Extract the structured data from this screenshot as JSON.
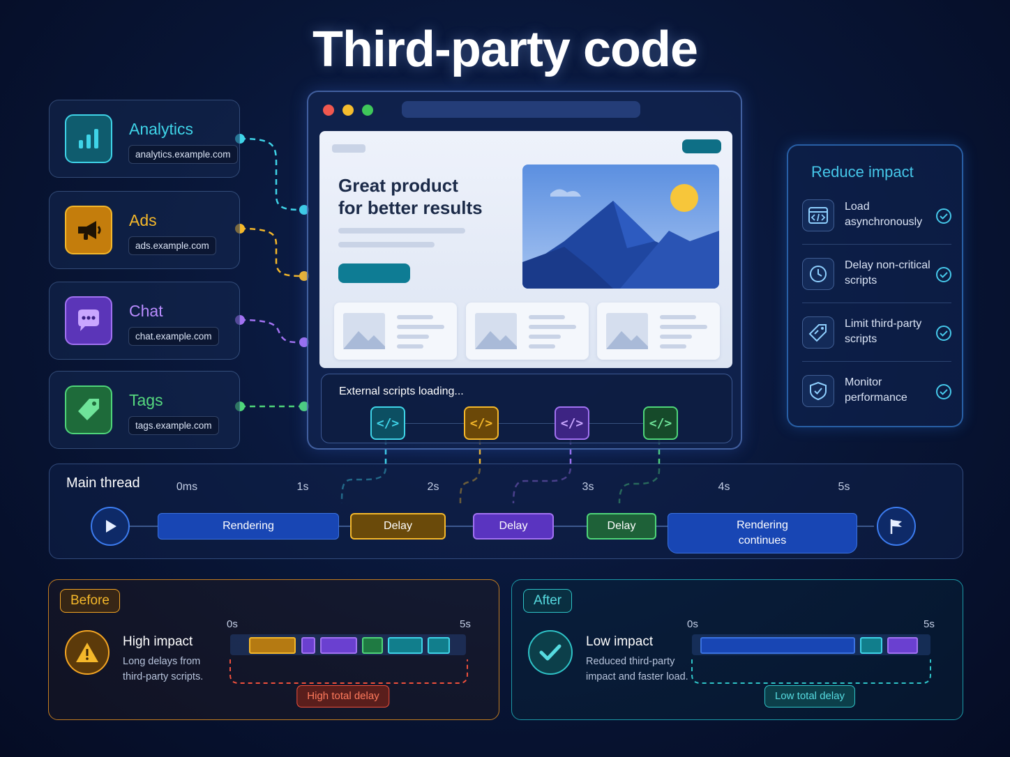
{
  "title": "Third-party code",
  "sources": [
    {
      "name": "Analytics",
      "domain": "analytics.example.com",
      "color": "#3fd4e8",
      "icon": "bar-chart-icon"
    },
    {
      "name": "Ads",
      "domain": "ads.example.com",
      "color": "#f5b82a",
      "icon": "megaphone-icon"
    },
    {
      "name": "Chat",
      "domain": "chat.example.com",
      "color": "#a272f2",
      "icon": "chat-bubble-icon"
    },
    {
      "name": "Tags",
      "domain": "tags.example.com",
      "color": "#4fd67a",
      "icon": "tag-icon"
    }
  ],
  "browser": {
    "hero_title": "Great product\nfor better results",
    "loading_label": "External scripts loading...",
    "code_symbol": "</>"
  },
  "reduce_impact": {
    "title": "Reduce impact",
    "items": [
      {
        "label": "Load\nasynchronously",
        "icon": "code-window-icon"
      },
      {
        "label": "Delay non-critical\nscripts",
        "icon": "clock-icon"
      },
      {
        "label": "Limit third-party\nscripts",
        "icon": "tag-icon"
      },
      {
        "label": "Monitor\nperformance",
        "icon": "shield-check-icon"
      }
    ]
  },
  "timeline": {
    "title": "Main thread",
    "ticks": [
      "0ms",
      "1s",
      "2s",
      "3s",
      "4s",
      "5s"
    ],
    "segments": [
      {
        "label": "Rendering"
      },
      {
        "label": "Delay"
      },
      {
        "label": "Delay"
      },
      {
        "label": "Delay"
      },
      {
        "label": "Rendering\ncontinues"
      }
    ]
  },
  "before": {
    "tag": "Before",
    "heading": "High impact",
    "description": "Long delays from\nthird-party scripts.",
    "start": "0s",
    "end": "5s",
    "total_label": "High total delay",
    "color": "#f5a623"
  },
  "after": {
    "tag": "After",
    "heading": "Low impact",
    "description": "Reduced third-party\nimpact and faster load.",
    "start": "0s",
    "end": "5s",
    "total_label": "Low total delay",
    "color": "#2fc4c8"
  }
}
